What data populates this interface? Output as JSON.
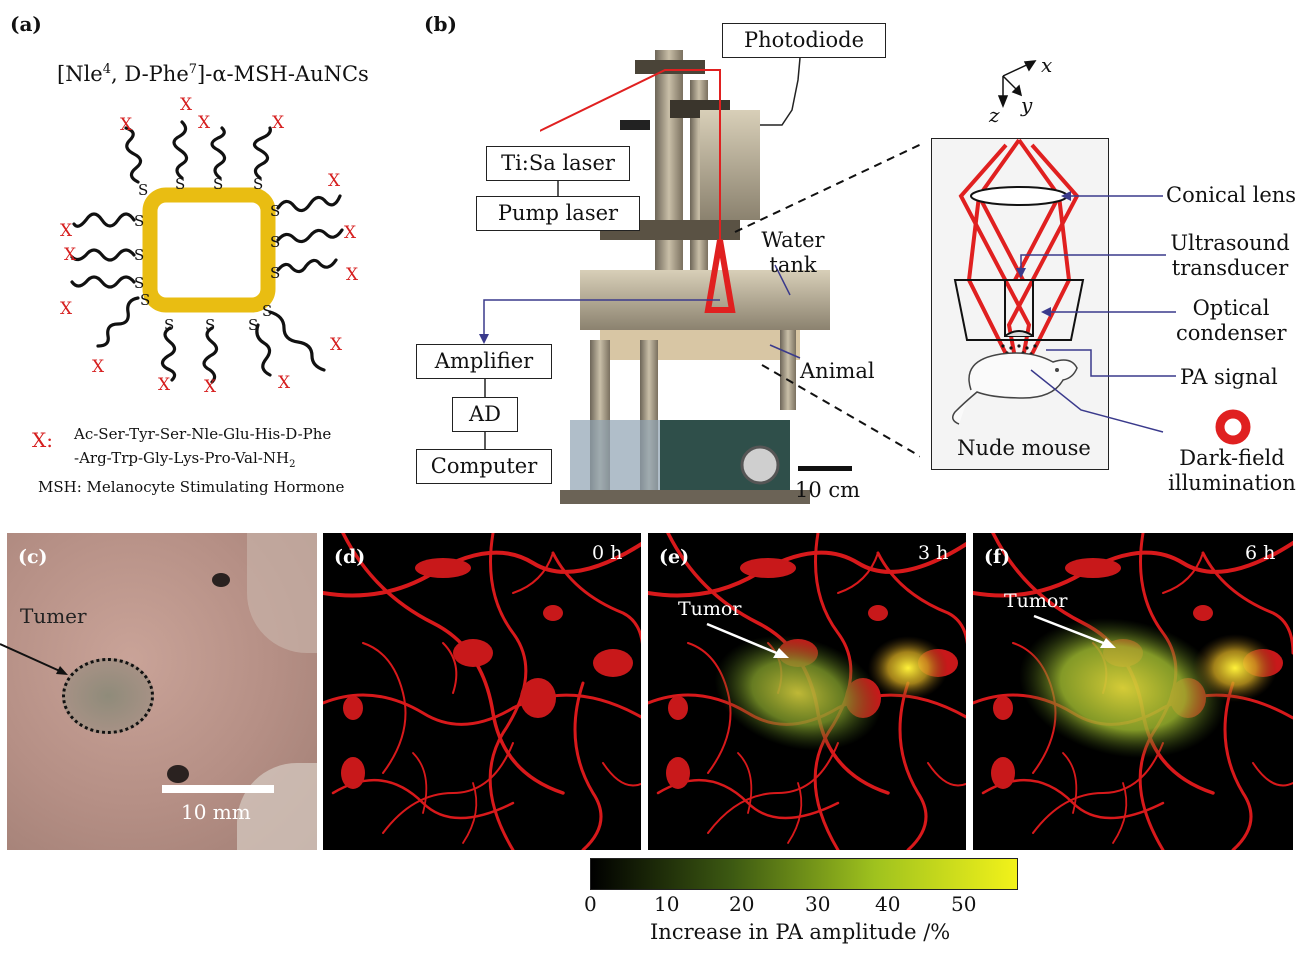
{
  "panel_a": {
    "label": "(a)",
    "title_prefix": "[Nle",
    "title_sup1": "4",
    "title_mid": ", D-Phe",
    "title_sup2": "7",
    "title_suffix": "]-α-MSH-AuNCs",
    "x_mark": "X",
    "s_mark": "S",
    "legend_x": "X:",
    "seq_line1": "Ac-Ser-Tyr-Ser-Nle-Glu-His-D-Phe",
    "seq_line2": "-Arg-Trp-Gly-Lys-Pro-Val-NH",
    "seq_sub": "2",
    "msh_note": "MSH: Melanocyte Stimulating Hormone",
    "colors": {
      "gold": "#e9bd12",
      "red": "#d61f1f"
    }
  },
  "panel_b": {
    "label": "(b)",
    "photodiode": "Photodiode",
    "tisa_laser": "Ti:Sa laser",
    "pump_laser": "Pump laser",
    "water_tank_1": "Water",
    "water_tank_2": "tank",
    "animal": "Animal",
    "amplifier": "Amplifier",
    "ad": "AD",
    "computer": "Computer",
    "scale_bar": "10 cm",
    "axis_x": "x",
    "axis_y": "y",
    "axis_z": "z",
    "nude_mouse": "Nude mouse",
    "conical_lens": "Conical lens",
    "ultrasound_1": "Ultrasound",
    "ultrasound_2": "transducer",
    "optical_1": "Optical",
    "optical_2": "condenser",
    "pa_signal": "PA signal",
    "darkfield_1": "Dark-field",
    "darkfield_2": "illumination",
    "colors": {
      "beam": "#e02020",
      "pointer": "#3a3a8c"
    }
  },
  "panel_c": {
    "label": "(c)",
    "tumor": "Tumer",
    "scale": "10 mm"
  },
  "panel_d": {
    "label": "(d)",
    "time": "0 h"
  },
  "panel_e": {
    "label": "(e)",
    "time": "3 h",
    "tumor": "Tumor"
  },
  "panel_f": {
    "label": "(f)",
    "time": "6 h",
    "tumor": "Tumor"
  },
  "colorbar": {
    "ticks": [
      "0",
      "10",
      "20",
      "30",
      "40",
      "50"
    ],
    "label": "Increase in PA amplitude /%",
    "colors": [
      "#000000",
      "#3d5a12",
      "#9fc21e",
      "#f2f21a"
    ]
  }
}
